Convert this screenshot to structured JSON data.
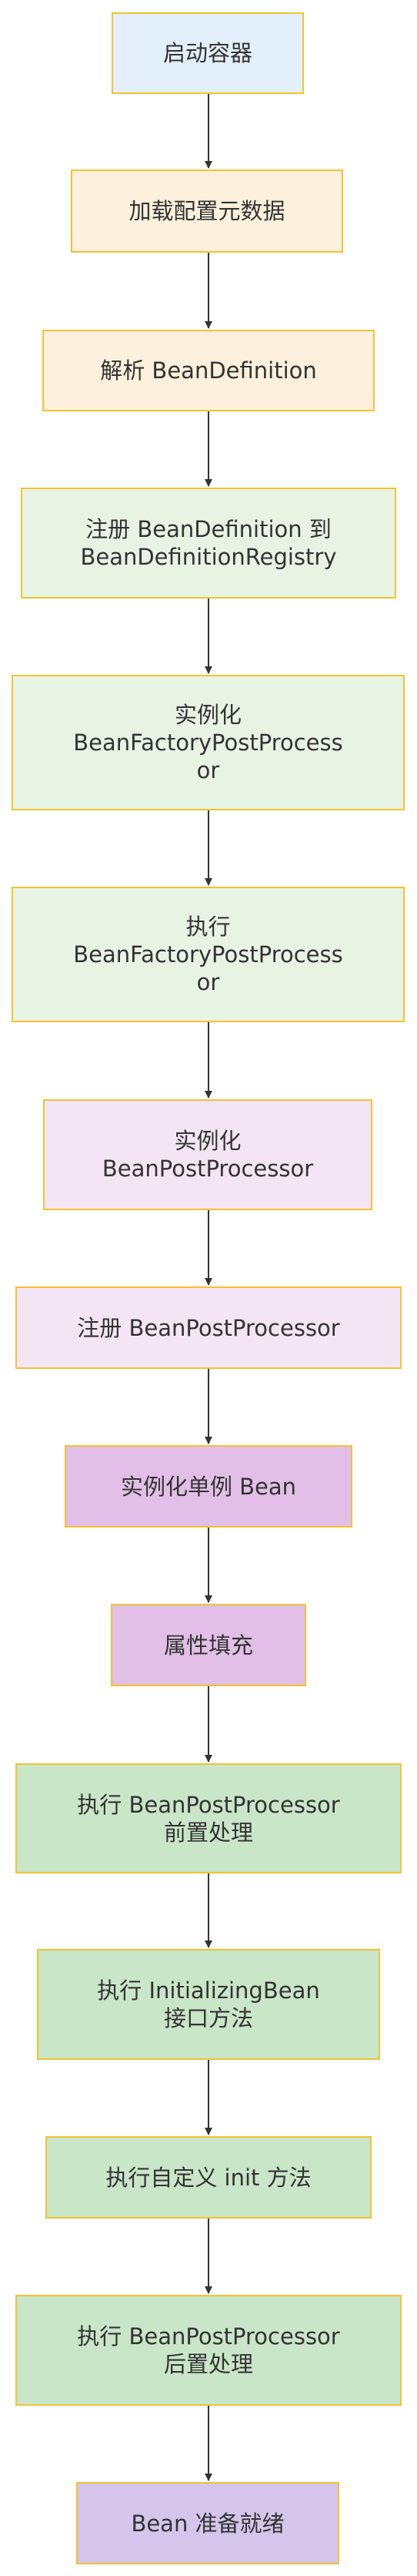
{
  "colors": {
    "blue": "#e3f0fb",
    "orange": "#fdf0dc",
    "green": "#e7f4e4",
    "pink": "#f4e5f4",
    "purple": "#e1bfe6",
    "mid_green": "#c9e6c8",
    "lavender": "#d3c6ea",
    "border": "#f4c232",
    "arrow": "#333333"
  },
  "nodes": [
    {
      "id": "n1",
      "label": "启动容器",
      "color": "blue"
    },
    {
      "id": "n2",
      "label": "加载配置元数据",
      "color": "orange"
    },
    {
      "id": "n3",
      "label": "解析 BeanDefinition",
      "color": "orange"
    },
    {
      "id": "n4",
      "label": "注册 BeanDefinition 到\nBeanDefinitionRegistry",
      "color": "green"
    },
    {
      "id": "n5",
      "label": "实例化\nBeanFactoryPostProcess\nor",
      "color": "green"
    },
    {
      "id": "n6",
      "label": "执行\nBeanFactoryPostProcess\nor",
      "color": "green"
    },
    {
      "id": "n7",
      "label": "实例化\nBeanPostProcessor",
      "color": "pink"
    },
    {
      "id": "n8",
      "label": "注册 BeanPostProcessor",
      "color": "pink"
    },
    {
      "id": "n9",
      "label": "实例化单例 Bean",
      "color": "purple"
    },
    {
      "id": "n10",
      "label": "属性填充",
      "color": "purple"
    },
    {
      "id": "n11",
      "label": "执行 BeanPostProcessor\n前置处理",
      "color": "mid_green"
    },
    {
      "id": "n12",
      "label": "执行 InitializingBean\n接口方法",
      "color": "mid_green"
    },
    {
      "id": "n13",
      "label": "执行自定义 init 方法",
      "color": "mid_green"
    },
    {
      "id": "n14",
      "label": "执行 BeanPostProcessor\n后置处理",
      "color": "mid_green"
    },
    {
      "id": "n15",
      "label": "Bean 准备就绪",
      "color": "lavender"
    }
  ]
}
